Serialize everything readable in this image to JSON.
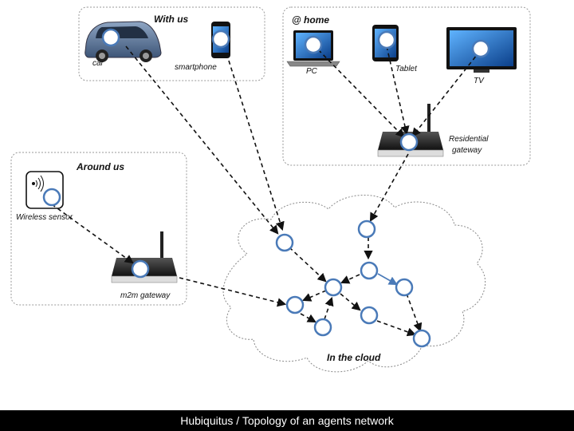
{
  "groups": {
    "with_us": {
      "title": "With us"
    },
    "at_home": {
      "title": "@ home"
    },
    "around_us": {
      "title": "Around us"
    }
  },
  "devices": {
    "car": "car",
    "smartphone": "smartphone",
    "pc": "PC",
    "tablet": "Tablet",
    "tv": "TV",
    "residential_gateway_line1": "Residential",
    "residential_gateway_line2": "gateway",
    "wireless_sensor": "Wireless sensor",
    "m2m_gateway": "m2m gateway"
  },
  "cloud": {
    "label": "In the cloud"
  },
  "footer": {
    "caption": "Hubiquitus / Topology of an agents network"
  },
  "colors": {
    "agent_ring": "#4a7ab8",
    "footer_bg": "#000000"
  }
}
